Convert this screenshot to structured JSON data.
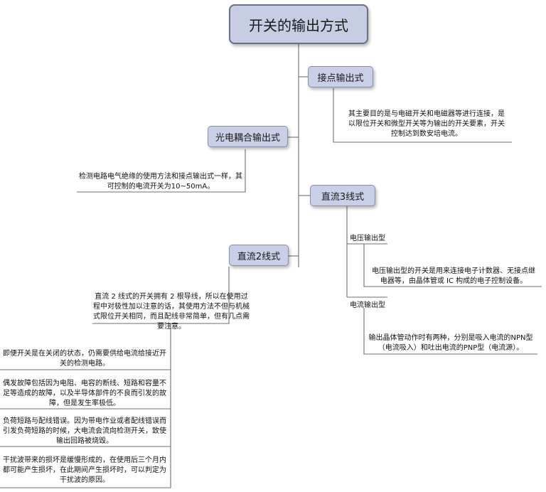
{
  "root": "开关的输出方式",
  "branches": {
    "contact": {
      "title": "接点输出式",
      "note": "其主要目的是与电磁开关和电磁器等进行连接，是以限位开关和微型开关等为输出的开关要素，开关控制达到数安培电流。"
    },
    "optocoupler": {
      "title": "光电耦合输出式",
      "note": "检测电路电气绝缘的使用方法和接点输出式一样，其可控制的电流开关为10~50mA。"
    },
    "dc3": {
      "title": "直流3线式",
      "voltage_label": "电压输出型",
      "voltage_note": "电压输出型的开关是用来连接电子计数器、无接点继电器等，由晶体管或 IC 构成的电子控制设备。",
      "current_label": "电流输出型",
      "current_note": "输出晶体管动作时有两种，分别是吸入电流的NPN型（电流吸入）和吐出电流的PNP型（电流源）。"
    },
    "dc2": {
      "title": "直流2线式",
      "note": "直流 2 线式的开关拥有 2 根导线，所以在使用过程中对极性加以注意的话，其使用方法不但与机械式限位开关相同，而且配线非常简单，但有几点需要注意。",
      "points": [
        "即便开关是在关闭的状态，仍需要供给电流给接近开关的检测电路。",
        "偶发故障包括因为电阻、电容的断线、短路和容量不足等造成的故障，以及半导体部件的不良而引发的故障，但是发生率极低。",
        "负荷短路与配线错误。因为带电作业或者配线错误而引发负荷短路的时候，大电流会流向检测开关，致使输出回路被烧毁。",
        "干扰波带来的损坏是缓慢形成的，在使用后三个月内都可能产生损坏，在此期间产生损坏时，可以判定为干扰波的原因。"
      ]
    }
  }
}
